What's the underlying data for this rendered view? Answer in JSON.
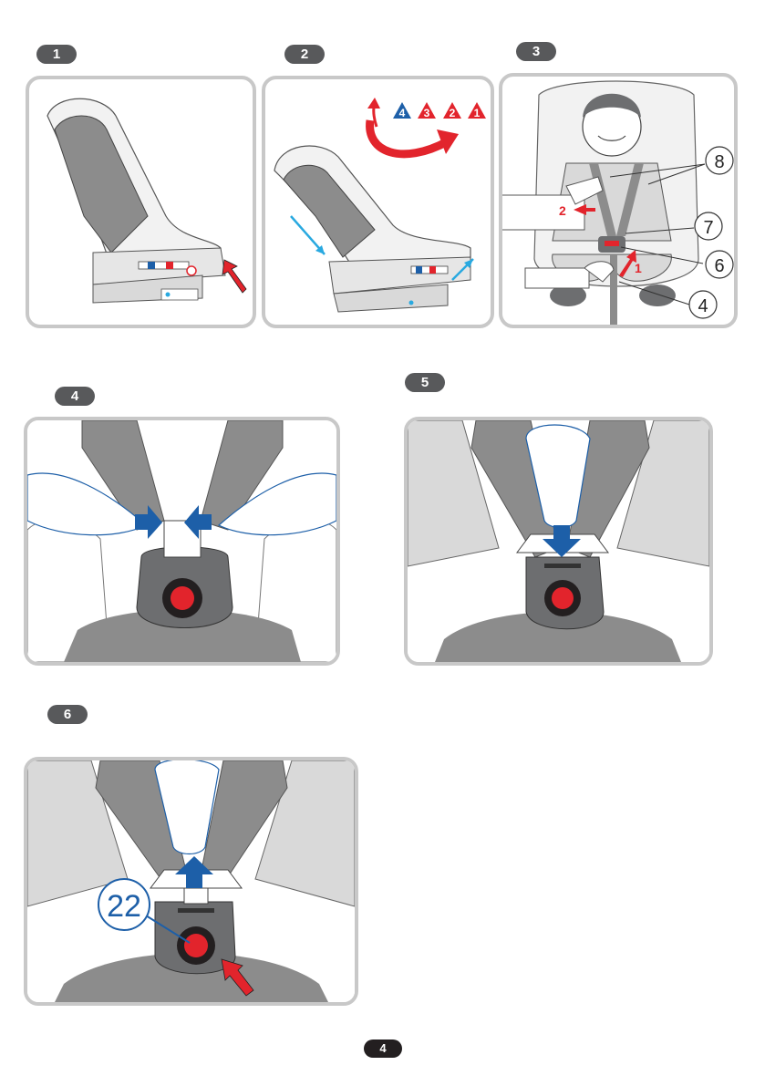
{
  "steps": [
    {
      "id": "1",
      "label": "1"
    },
    {
      "id": "2",
      "label": "2"
    },
    {
      "id": "3",
      "label": "3"
    },
    {
      "id": "4",
      "label": "4"
    },
    {
      "id": "5",
      "label": "5"
    },
    {
      "id": "6",
      "label": "6"
    }
  ],
  "panel2": {
    "recline_positions": [
      "4",
      "3",
      "2",
      "1"
    ],
    "colors": {
      "blue": "#1d5fa8",
      "red": "#e2242c"
    }
  },
  "panel3": {
    "action_labels": [
      "2",
      "1"
    ],
    "callouts": [
      "8",
      "7",
      "6",
      "4"
    ]
  },
  "panel6": {
    "callout": "22"
  },
  "page_number": "4",
  "colors": {
    "badge": "#58595b",
    "panel_border": "#c8c8c8",
    "harness_gray": "#8c8c8c",
    "arrow_blue": "#1d5fa8",
    "arrow_red": "#e2242c",
    "arrow_cyan": "#29a9e0",
    "button_red": "#e2242c"
  }
}
